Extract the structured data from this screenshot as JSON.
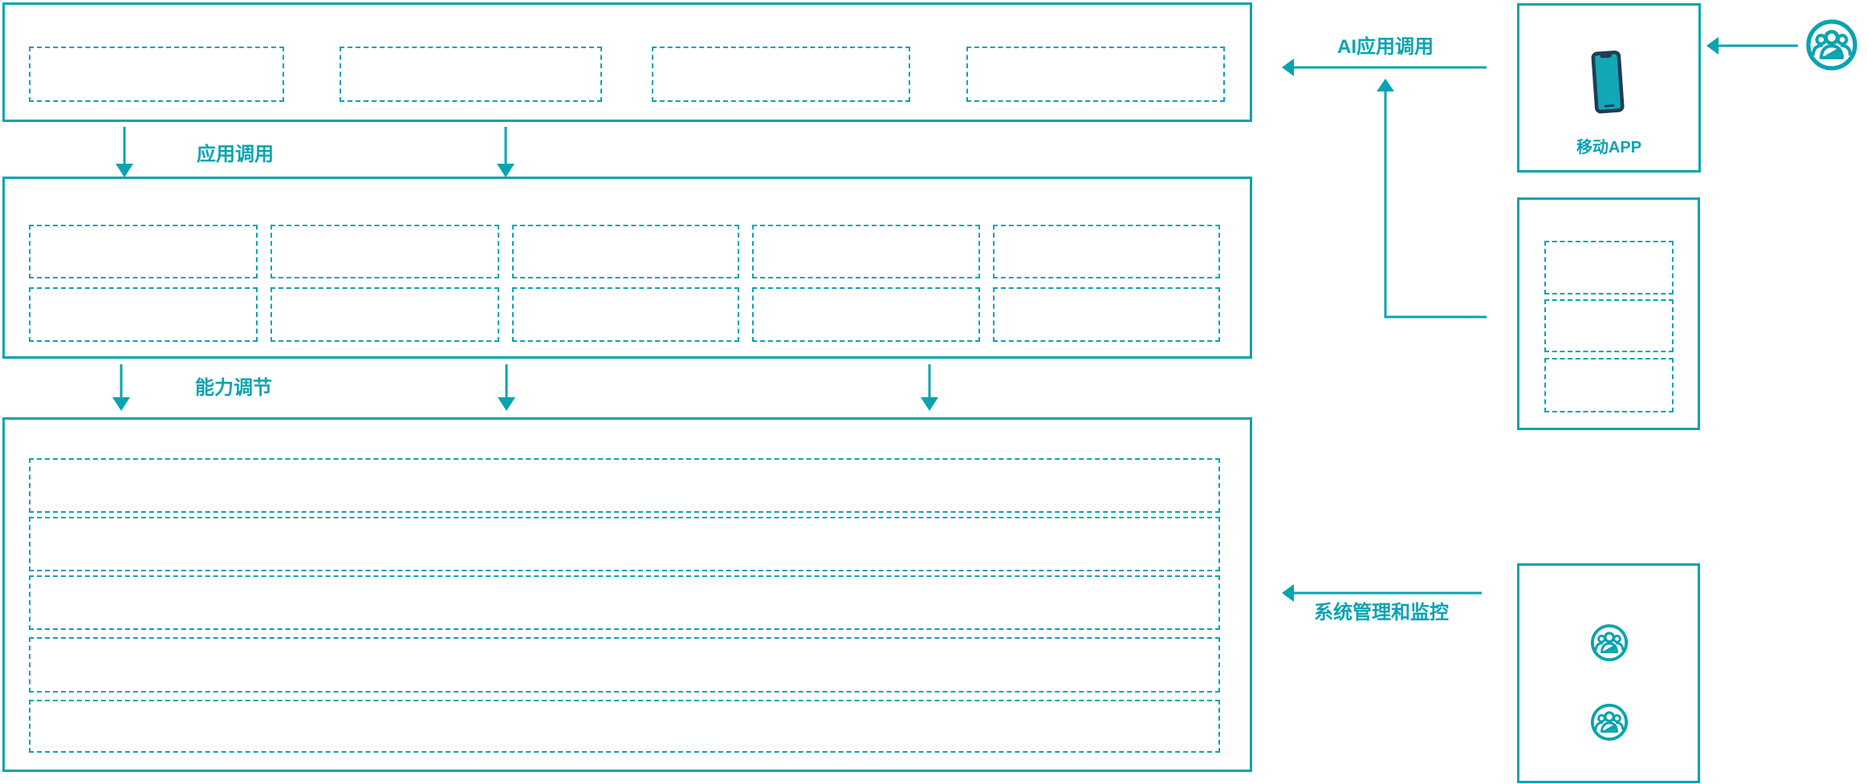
{
  "colors": {
    "accent": "#0aa3b0",
    "phone_body": "#1f3d57",
    "phone_screen": "#13a8b5",
    "background": "#ffffff"
  },
  "labels": {
    "app_call": "应用调用",
    "capability_adjust": "能力调节",
    "ai_app_call": "AI应用调用",
    "mobile_app": "移动APP",
    "system_monitor": "系统管理和监控"
  },
  "icons": {
    "phone": "phone-icon",
    "users": "users-icon"
  },
  "structure": {
    "top_layer_placeholders": 4,
    "middle_layer_placeholder_rows": 2,
    "middle_layer_placeholder_cols": 5,
    "bottom_layer_placeholder_rows": 5,
    "right_middle_panel_placeholders": 3,
    "right_bottom_panel_user_icons": 2
  }
}
